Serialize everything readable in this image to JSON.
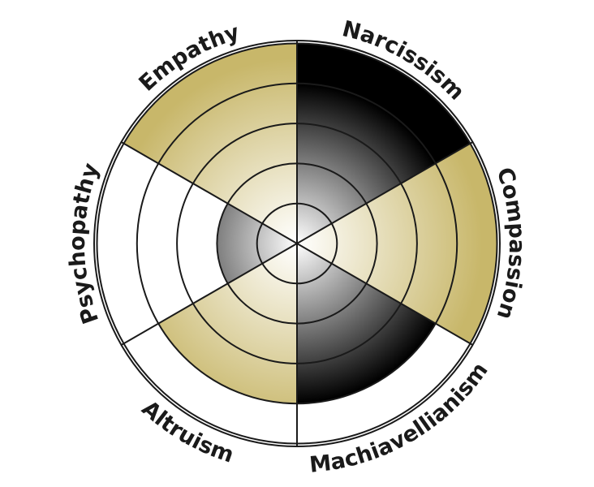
{
  "chart_data": {
    "type": "radial-bar",
    "categories": [
      "Narcissism",
      "Compassion",
      "Machiavellianism",
      "Altruism",
      "Psychopathy",
      "Empathy"
    ],
    "values": [
      5,
      5,
      4,
      4,
      2,
      5
    ],
    "max": 6,
    "rings": 6,
    "grid": true,
    "colors": {
      "dark_trait": "#000000",
      "light_trait": "#c8b76a",
      "center": "#ffffff",
      "line": "#1a1a1a"
    },
    "series_style": [
      "dark",
      "light",
      "dark",
      "light",
      "dark",
      "light"
    ]
  }
}
